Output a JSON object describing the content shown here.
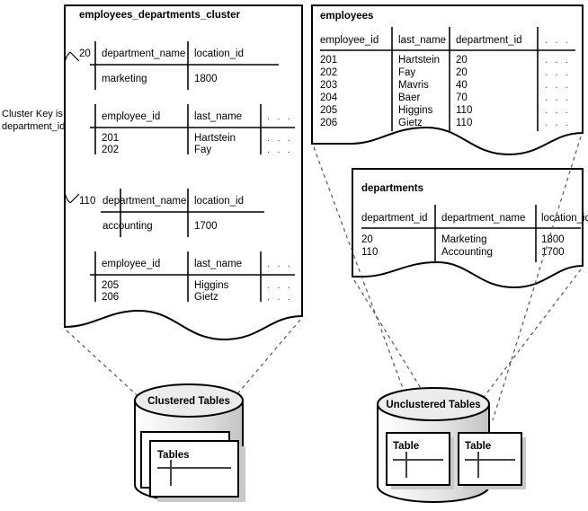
{
  "cluster_box": {
    "title": "employees_departments_cluster",
    "key_label_line1": "Cluster Key is",
    "key_label_line2": "department_id",
    "groups": [
      {
        "key": "20",
        "dept_table": {
          "headers": [
            "department_name",
            "location_id"
          ],
          "rows": [
            [
              "marketing",
              "1800"
            ]
          ]
        },
        "emp_table": {
          "headers": [
            "employee_id",
            "last_name",
            ". . ."
          ],
          "rows": [
            [
              "201",
              "Hartstein",
              ". . ."
            ],
            [
              "202",
              "Fay",
              ". . ."
            ]
          ]
        }
      },
      {
        "key": "110",
        "dept_table": {
          "headers": [
            "department_name",
            "location_id"
          ],
          "rows": [
            [
              "accounting",
              "1700"
            ]
          ]
        },
        "emp_table": {
          "headers": [
            "employee_id",
            "last_name",
            ". . ."
          ],
          "rows": [
            [
              "205",
              "Higgins",
              ". . ."
            ],
            [
              "206",
              "Gietz",
              ". . ."
            ]
          ]
        }
      }
    ]
  },
  "employees_box": {
    "title": "employees",
    "headers": [
      "employee_id",
      "last_name",
      "department_id",
      ". . ."
    ],
    "rows": [
      [
        "201",
        "Hartstein",
        "20",
        ". . ."
      ],
      [
        "202",
        "Fay",
        "20",
        ". . ."
      ],
      [
        "203",
        "Mavris",
        "40",
        ". . ."
      ],
      [
        "204",
        "Baer",
        "70",
        ". . ."
      ],
      [
        "205",
        "Higgins",
        "110",
        ". . ."
      ],
      [
        "206",
        "Gietz",
        "110",
        ". . ."
      ]
    ]
  },
  "departments_box": {
    "title": "departments",
    "headers": [
      "department_id",
      "department_name",
      "location_id"
    ],
    "rows": [
      [
        "20",
        "Marketing",
        "1800"
      ],
      [
        "110",
        "Accounting",
        "1700"
      ]
    ]
  },
  "clustered_cylinder": {
    "label": "Clustered Tables",
    "cards": [
      "Tables"
    ]
  },
  "unclustered_cylinder": {
    "label": "Unclustered Tables",
    "cards": [
      "Table",
      "Table"
    ]
  },
  "colors": {
    "stroke": "#000000",
    "cylinder_fill": "#ececec",
    "dashed": "#555555",
    "background": "#ffffff"
  }
}
